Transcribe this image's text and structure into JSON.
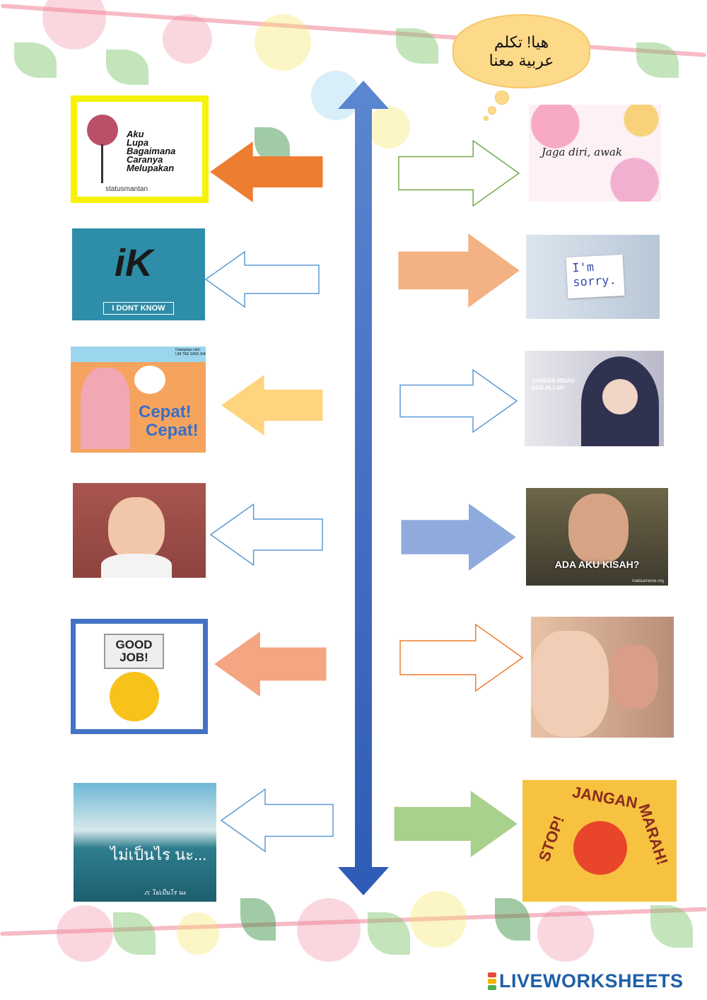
{
  "speech_bubble": {
    "line1": "هيا! تكلم",
    "line2": "عربية معنا"
  },
  "left_items": [
    {
      "title_lines": [
        "Aku",
        "Lupa",
        "Bagaimana",
        "Caranya",
        "Melupakan"
      ],
      "handle": "statusmantan",
      "arrow": "filled",
      "arrow_color": "#ED7D31"
    },
    {
      "caption": "I DONT KNOW",
      "logo_text": "iK",
      "arrow": "outline",
      "arrow_color": "#5B9BD5"
    },
    {
      "caption_lines": [
        "Cepat!",
        "Cepat!"
      ],
      "credit_lines": [
        "Diadaptasi oleh:",
        "LIM TEE GING SIA"
      ],
      "arrow": "filled",
      "arrow_color": "#FFD47F"
    },
    {
      "caption": "",
      "arrow": "outline",
      "arrow_color": "#5B9BD5"
    },
    {
      "caption_lines": [
        "GOOD",
        "JOB!"
      ],
      "arrow": "filled",
      "arrow_color": "#F4A582"
    },
    {
      "caption": "ไม่เป็นไร นะ...",
      "credit": "ภ: ไม่เป็นไร นะ",
      "arrow": "outline",
      "arrow_color": "#5B9BD5"
    }
  ],
  "right_items": [
    {
      "caption": "Jaga diri, awak",
      "arrow": "outline",
      "arrow_color": "#70AD47"
    },
    {
      "caption_lines": [
        "I'm",
        "sorry."
      ],
      "arrow": "filled",
      "arrow_color": "#F4B183"
    },
    {
      "caption_lines": [
        "JANGAN RISAU",
        "ADA ALLAH"
      ],
      "arrow": "outline",
      "arrow_color": "#5B9BD5"
    },
    {
      "caption": "ADA AKU KISAH?",
      "credit": "makeameme.org",
      "arrow": "filled",
      "arrow_color": "#8FAADC"
    },
    {
      "caption": "",
      "arrow": "outline",
      "arrow_color": "#ED7D31"
    },
    {
      "caption_words": [
        "STOP!",
        "JANGAN",
        "MARAH!"
      ],
      "arrow": "filled",
      "arrow_color": "#A9D18E"
    }
  ],
  "center_axis_color": "#4472C4",
  "footer": {
    "brand": "LIVEWORKSHEETS"
  }
}
